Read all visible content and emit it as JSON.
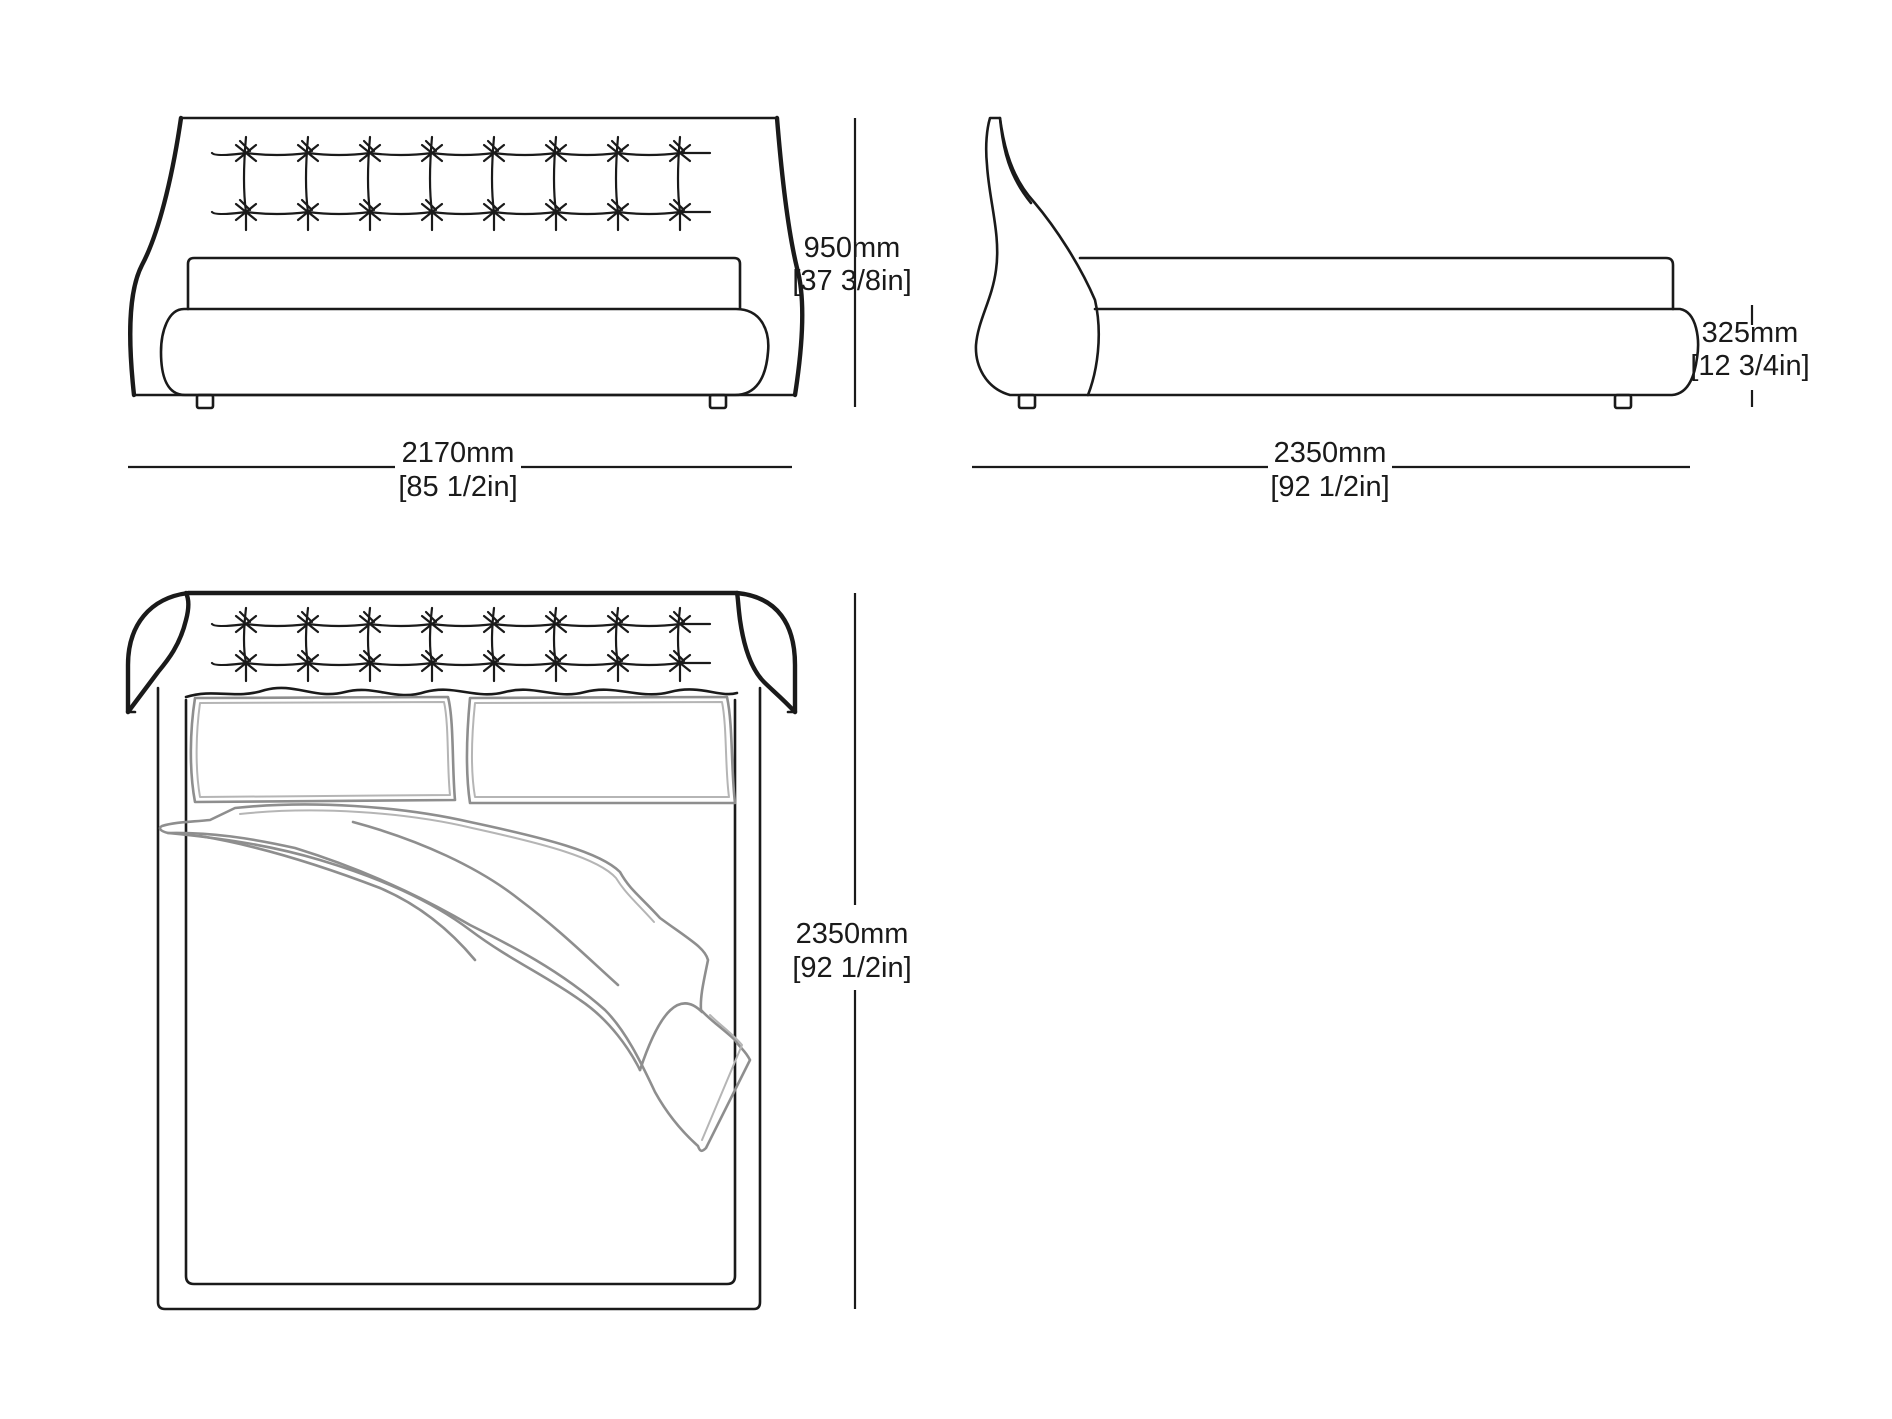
{
  "front_view": {
    "width_mm": "2170mm",
    "width_in": "[85 1/2in]",
    "height_mm": "950mm",
    "height_in": "[37 3/8in]"
  },
  "side_view": {
    "length_mm": "2350mm",
    "length_in": "[92 1/2in]",
    "frame_height_mm": "325mm",
    "frame_height_in": "[12 3/4in]"
  },
  "top_view": {
    "length_mm": "2350mm",
    "length_in": "[92 1/2in]"
  },
  "tufting": {
    "columns": 8,
    "rows": 2
  },
  "colors": {
    "line": "#1a1a1a",
    "bedding": "#8e8e8e",
    "background": "#ffffff"
  }
}
